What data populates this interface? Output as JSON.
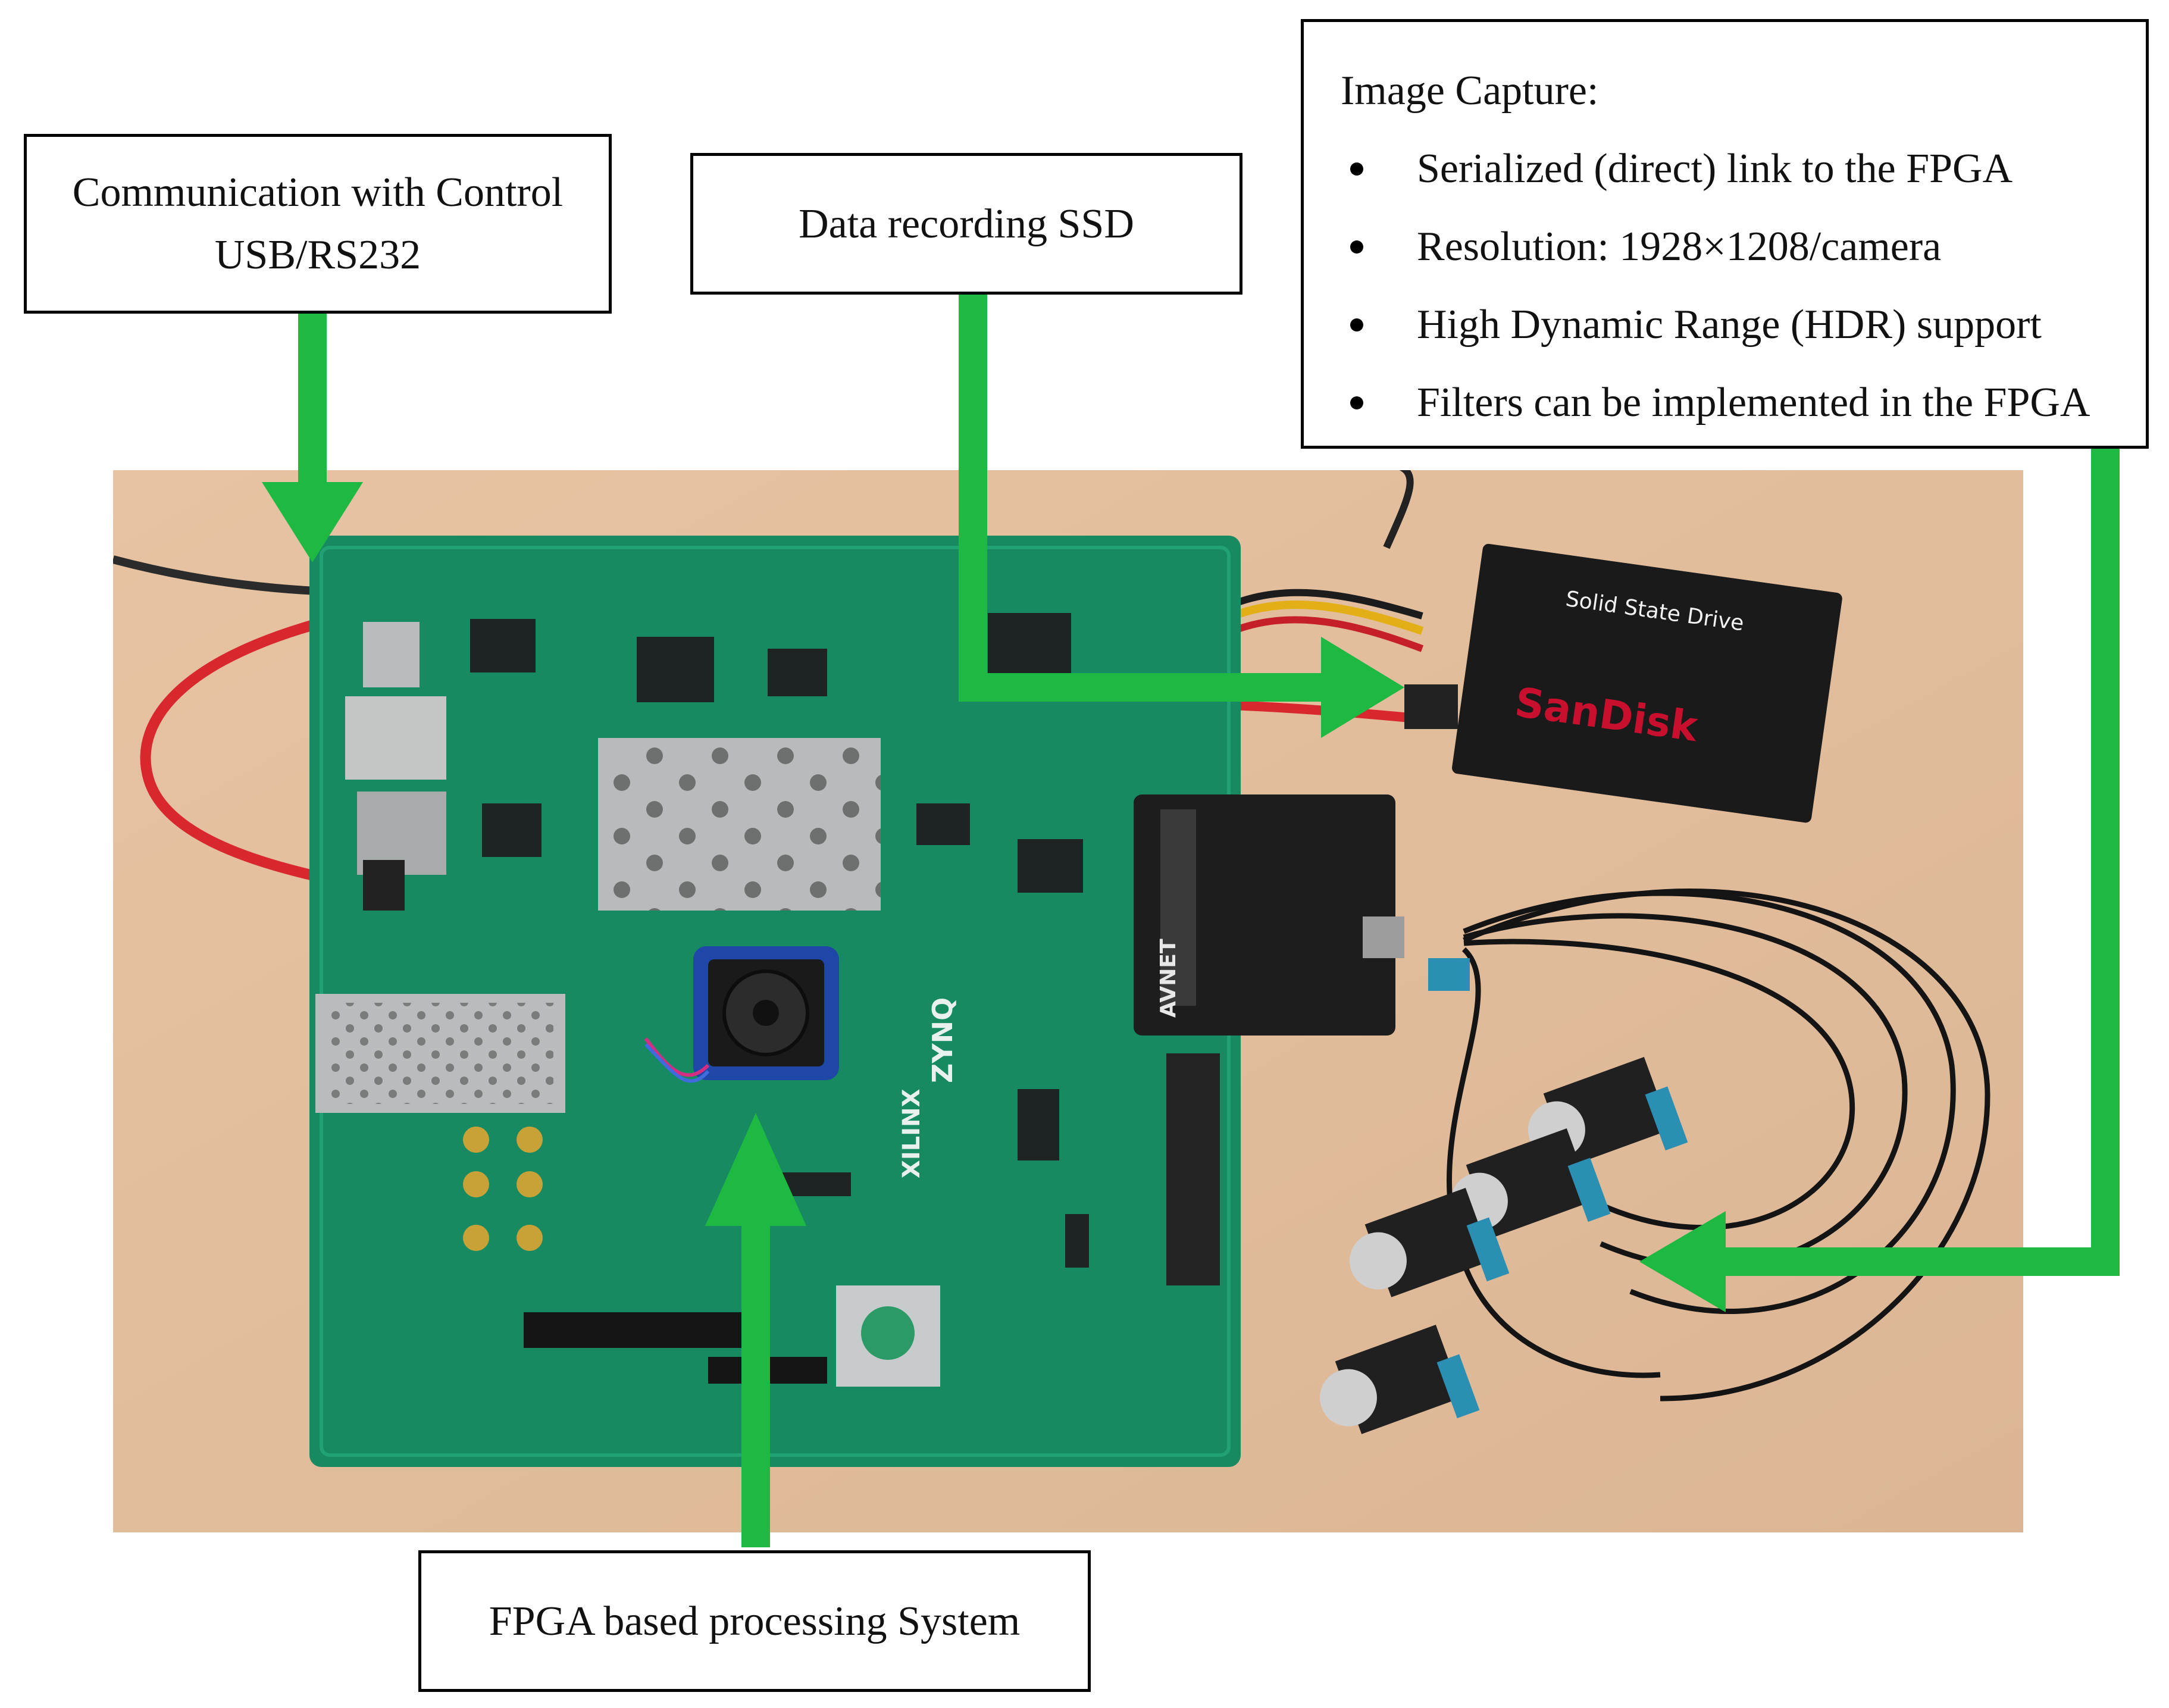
{
  "callouts": {
    "communication": {
      "line1": "Communication with Control",
      "line2": "USB/RS232"
    },
    "ssd": {
      "label": "Data recording SSD"
    },
    "image_capture": {
      "title": "Image Capture:",
      "bullets": [
        "Serialized (direct) link to the FPGA",
        "Resolution: 1928×1208/camera",
        "High Dynamic Range (HDR) support",
        "Filters can be implemented in the FPGA"
      ]
    },
    "fpga": {
      "label": "FPGA based processing System"
    }
  },
  "photo_labels": {
    "ssd_title": "Solid State Drive",
    "ssd_brand": "SanDisk",
    "fpga_brand": "XILINX",
    "fpga_chip": "ZYNQ",
    "fmc_brand": "AVNET"
  },
  "colors": {
    "arrow": "#1db943",
    "pcb": "#178a62",
    "table": "#e8c8a8",
    "sata_cable": "#d8282e",
    "camera_connector": "#2b8fb3"
  }
}
